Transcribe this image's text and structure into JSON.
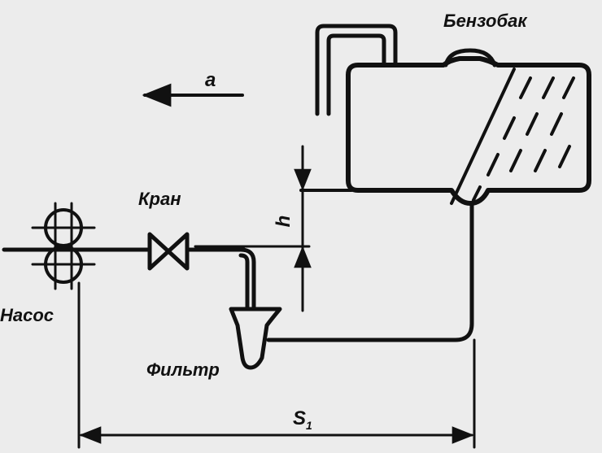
{
  "labels": {
    "tank": "Бензобак",
    "valve": "Кран",
    "pump": "Насос",
    "filter": "Фильтр",
    "acceleration": "a",
    "height": "h",
    "distance": "S",
    "distance_sub": "1"
  },
  "colors": {
    "line": "#111111",
    "background": "#ececec"
  }
}
